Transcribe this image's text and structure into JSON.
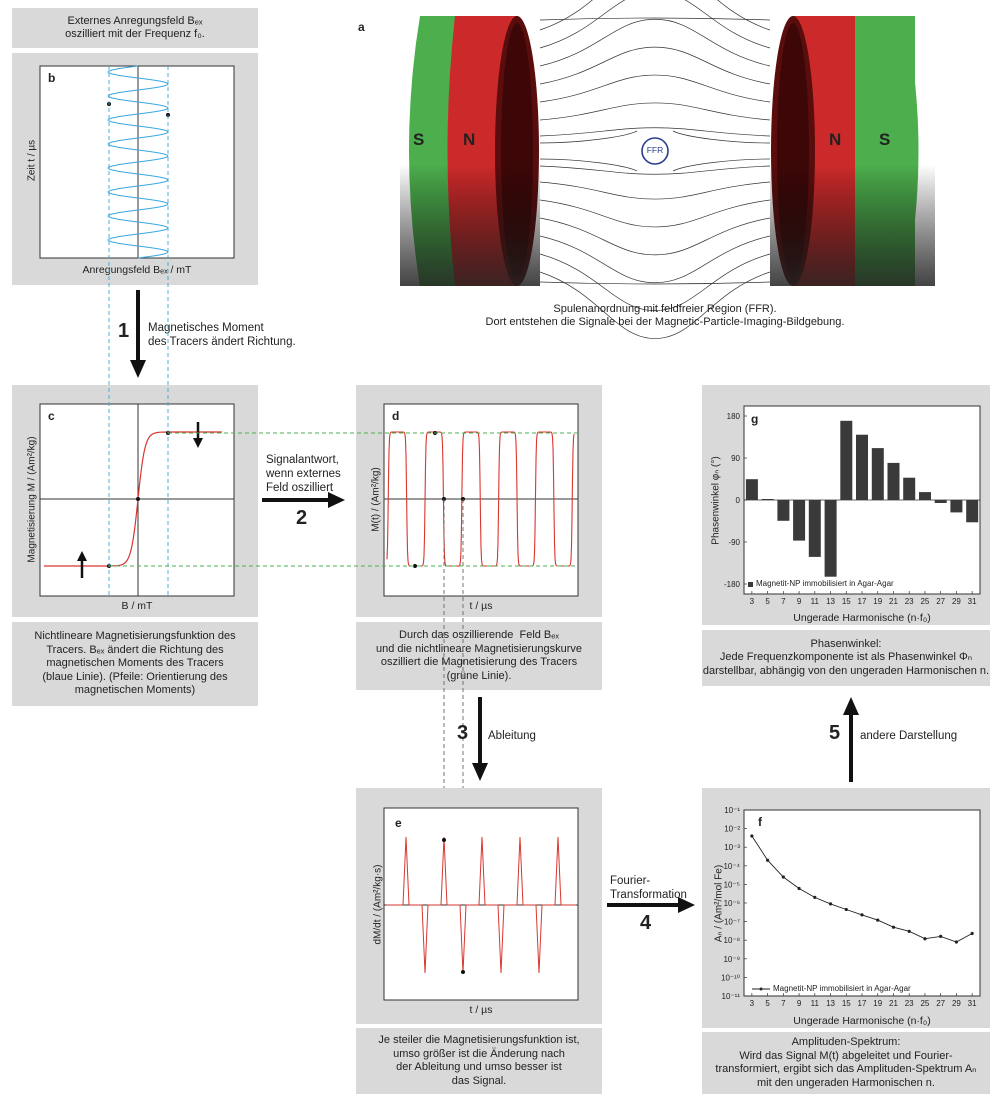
{
  "captions": {
    "top_left": [
      "Externes Anregungsfeld Bₑₓ",
      "oszilliert mit der Frequenz f₀."
    ],
    "a": [
      "Spulenanordnung mit feldfreier Region (FFR).",
      "Dort entstehen die Signale bei der Magnetic-Particle-Imaging-Bildgebung."
    ],
    "c": [
      "Nichtlineare Magnetisierungsfunktion des",
      "Tracers. Bₑₓ ändert die Richtung des",
      "magnetischen Moments des Tracers",
      "(blaue Linie). (Pfeile: Orientierung des",
      "magnetischen Moments)"
    ],
    "d": [
      "Durch das oszillierende  Feld Bₑₓ",
      "und die nichtlineare Magnetisierungskurve",
      "oszilliert die Magnetisierung des Tracers",
      "(grüne Linie)."
    ],
    "e": [
      "Je steiler die Magnetisierungsfunktion ist,",
      "umso größer ist die Änderung nach",
      "der Ableitung und umso besser ist",
      "das Signal."
    ],
    "f": [
      "Amplituden-Spektrum:",
      "Wird das Signal M(t) abgeleitet und Fourier-",
      "transformiert, ergibt sich das Amplituden-Spektrum Aₙ",
      "mit den ungeraden Harmonischen n."
    ],
    "g": [
      "Phasenwinkel:",
      "Jede Frequenzkomponente ist als Phasenwinkel Φₙ",
      "darstellbar, abhängig von den ungeraden Harmonischen n."
    ]
  },
  "arrows": {
    "a1": {
      "num": "1",
      "label": [
        "Magnetisches Moment",
        "des Tracers ändert Richtung."
      ]
    },
    "a2": {
      "num": "2",
      "label": [
        "Signalantwort,",
        "wenn externes",
        "Feld oszilliert"
      ]
    },
    "a3": {
      "num": "3",
      "label": [
        "Ableitung"
      ]
    },
    "a4": {
      "num": "4",
      "label": [
        "Fourier-",
        "Transformation"
      ]
    },
    "a5": {
      "num": "5",
      "label": [
        "andere Darstellung"
      ]
    }
  },
  "panels": {
    "a": {
      "letter": "a",
      "pole_left_outer": "S",
      "pole_left_inner": "N",
      "pole_right_inner": "N",
      "pole_right_outer": "S",
      "ffr": "FFR"
    },
    "b": {
      "letter": "b",
      "ylabel": "Zeit t / µs",
      "xlabel": "Anregungsfeld Bₑₓ / mT"
    },
    "c": {
      "letter": "c",
      "ylabel": "Magnetisierung M / (Am²/kg)",
      "xlabel": "B / mT"
    },
    "d": {
      "letter": "d",
      "ylabel": "M(t) / (Am²/kg)",
      "xlabel": "t / µs"
    },
    "e": {
      "letter": "e",
      "ylabel": "dM/dt / (Am²/kg·s)",
      "xlabel": "t / µs"
    },
    "f": {
      "letter": "f",
      "ylabel": "Aₙ / (Am²/mol Fe)",
      "xlabel": "Ungerade Harmonische (n·f₀)",
      "legend": "Magnetit-NP immobilisiert in Agar-Agar"
    },
    "g": {
      "letter": "g",
      "ylabel": "Phasenwinkel φₙ (°)",
      "xlabel": "Ungerade Harmonische (n·f₀)",
      "legend": "Magnetit-NP immobilisiert in Agar-Agar"
    }
  },
  "colors": {
    "panel_bg": "#d9d9d9",
    "blue": "#3aa7dc",
    "red": "#d9362f",
    "green_dash": "#4caf50",
    "magnet_green": "#4cae4c",
    "magnet_red": "#cc2a2a",
    "ffr_circle": "#2c3d8f",
    "bar": "#3a3a3a"
  },
  "chart_data": [
    {
      "type": "line",
      "panel": "f",
      "x": [
        3,
        5,
        7,
        9,
        11,
        13,
        15,
        17,
        19,
        21,
        23,
        25,
        27,
        29,
        31
      ],
      "series": [
        {
          "values": [
            0.004,
            0.0002,
            2.5e-05,
            6e-06,
            2e-06,
            9e-07,
            4.5e-07,
            2.3e-07,
            1.2e-07,
            5e-08,
            3e-08,
            1.2e-08,
            1.6e-08,
            8e-09,
            2.3e-08
          ]
        }
      ],
      "xticks": [
        "3",
        "5",
        "7",
        "9",
        "11",
        "13",
        "15",
        "17",
        "19",
        "21",
        "23",
        "25",
        "27",
        "29",
        "31"
      ],
      "yticks": [
        "10⁻¹",
        "10⁻²",
        "10⁻³",
        "10⁻⁴",
        "10⁻⁵",
        "10⁻⁶",
        "10⁻⁷",
        "10⁻⁸",
        "10⁻⁹",
        "10⁻¹⁰",
        "10⁻¹¹"
      ],
      "yscale": "log",
      "ylim": [
        1e-11,
        0.1
      ]
    },
    {
      "type": "bar",
      "panel": "g",
      "categories": [
        "3",
        "5",
        "7",
        "9",
        "11",
        "13",
        "15",
        "17",
        "19",
        "21",
        "23",
        "25",
        "27",
        "29",
        "31"
      ],
      "values": [
        42,
        2,
        -42,
        -82,
        -115,
        -155,
        160,
        132,
        105,
        75,
        45,
        16,
        -6,
        -25,
        -45
      ],
      "yticks": [
        "180",
        "90",
        "0",
        "-90",
        "-180"
      ],
      "ylim": [
        -190,
        190
      ]
    }
  ]
}
